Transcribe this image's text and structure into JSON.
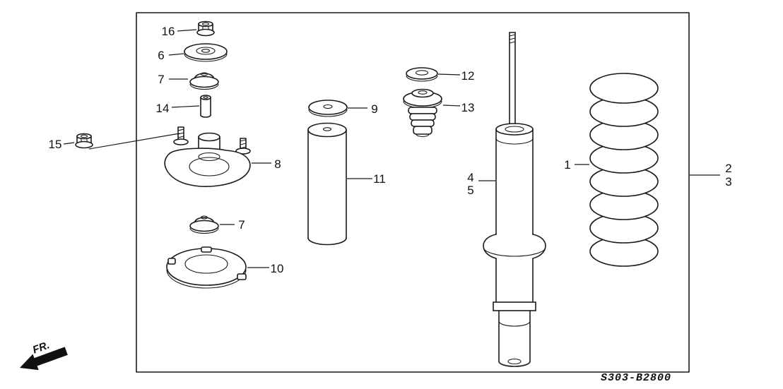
{
  "diagram": {
    "code": "S303-B2800",
    "direction_label": "FR.",
    "labels": {
      "n1": "1",
      "n2": "2",
      "n3": "3",
      "n4": "4",
      "n5": "5",
      "n6": "6",
      "n7": "7",
      "n8": "8",
      "n9": "9",
      "n10": "10",
      "n11": "11",
      "n12": "12",
      "n13": "13",
      "n14": "14",
      "n15": "15",
      "n16": "16"
    }
  }
}
